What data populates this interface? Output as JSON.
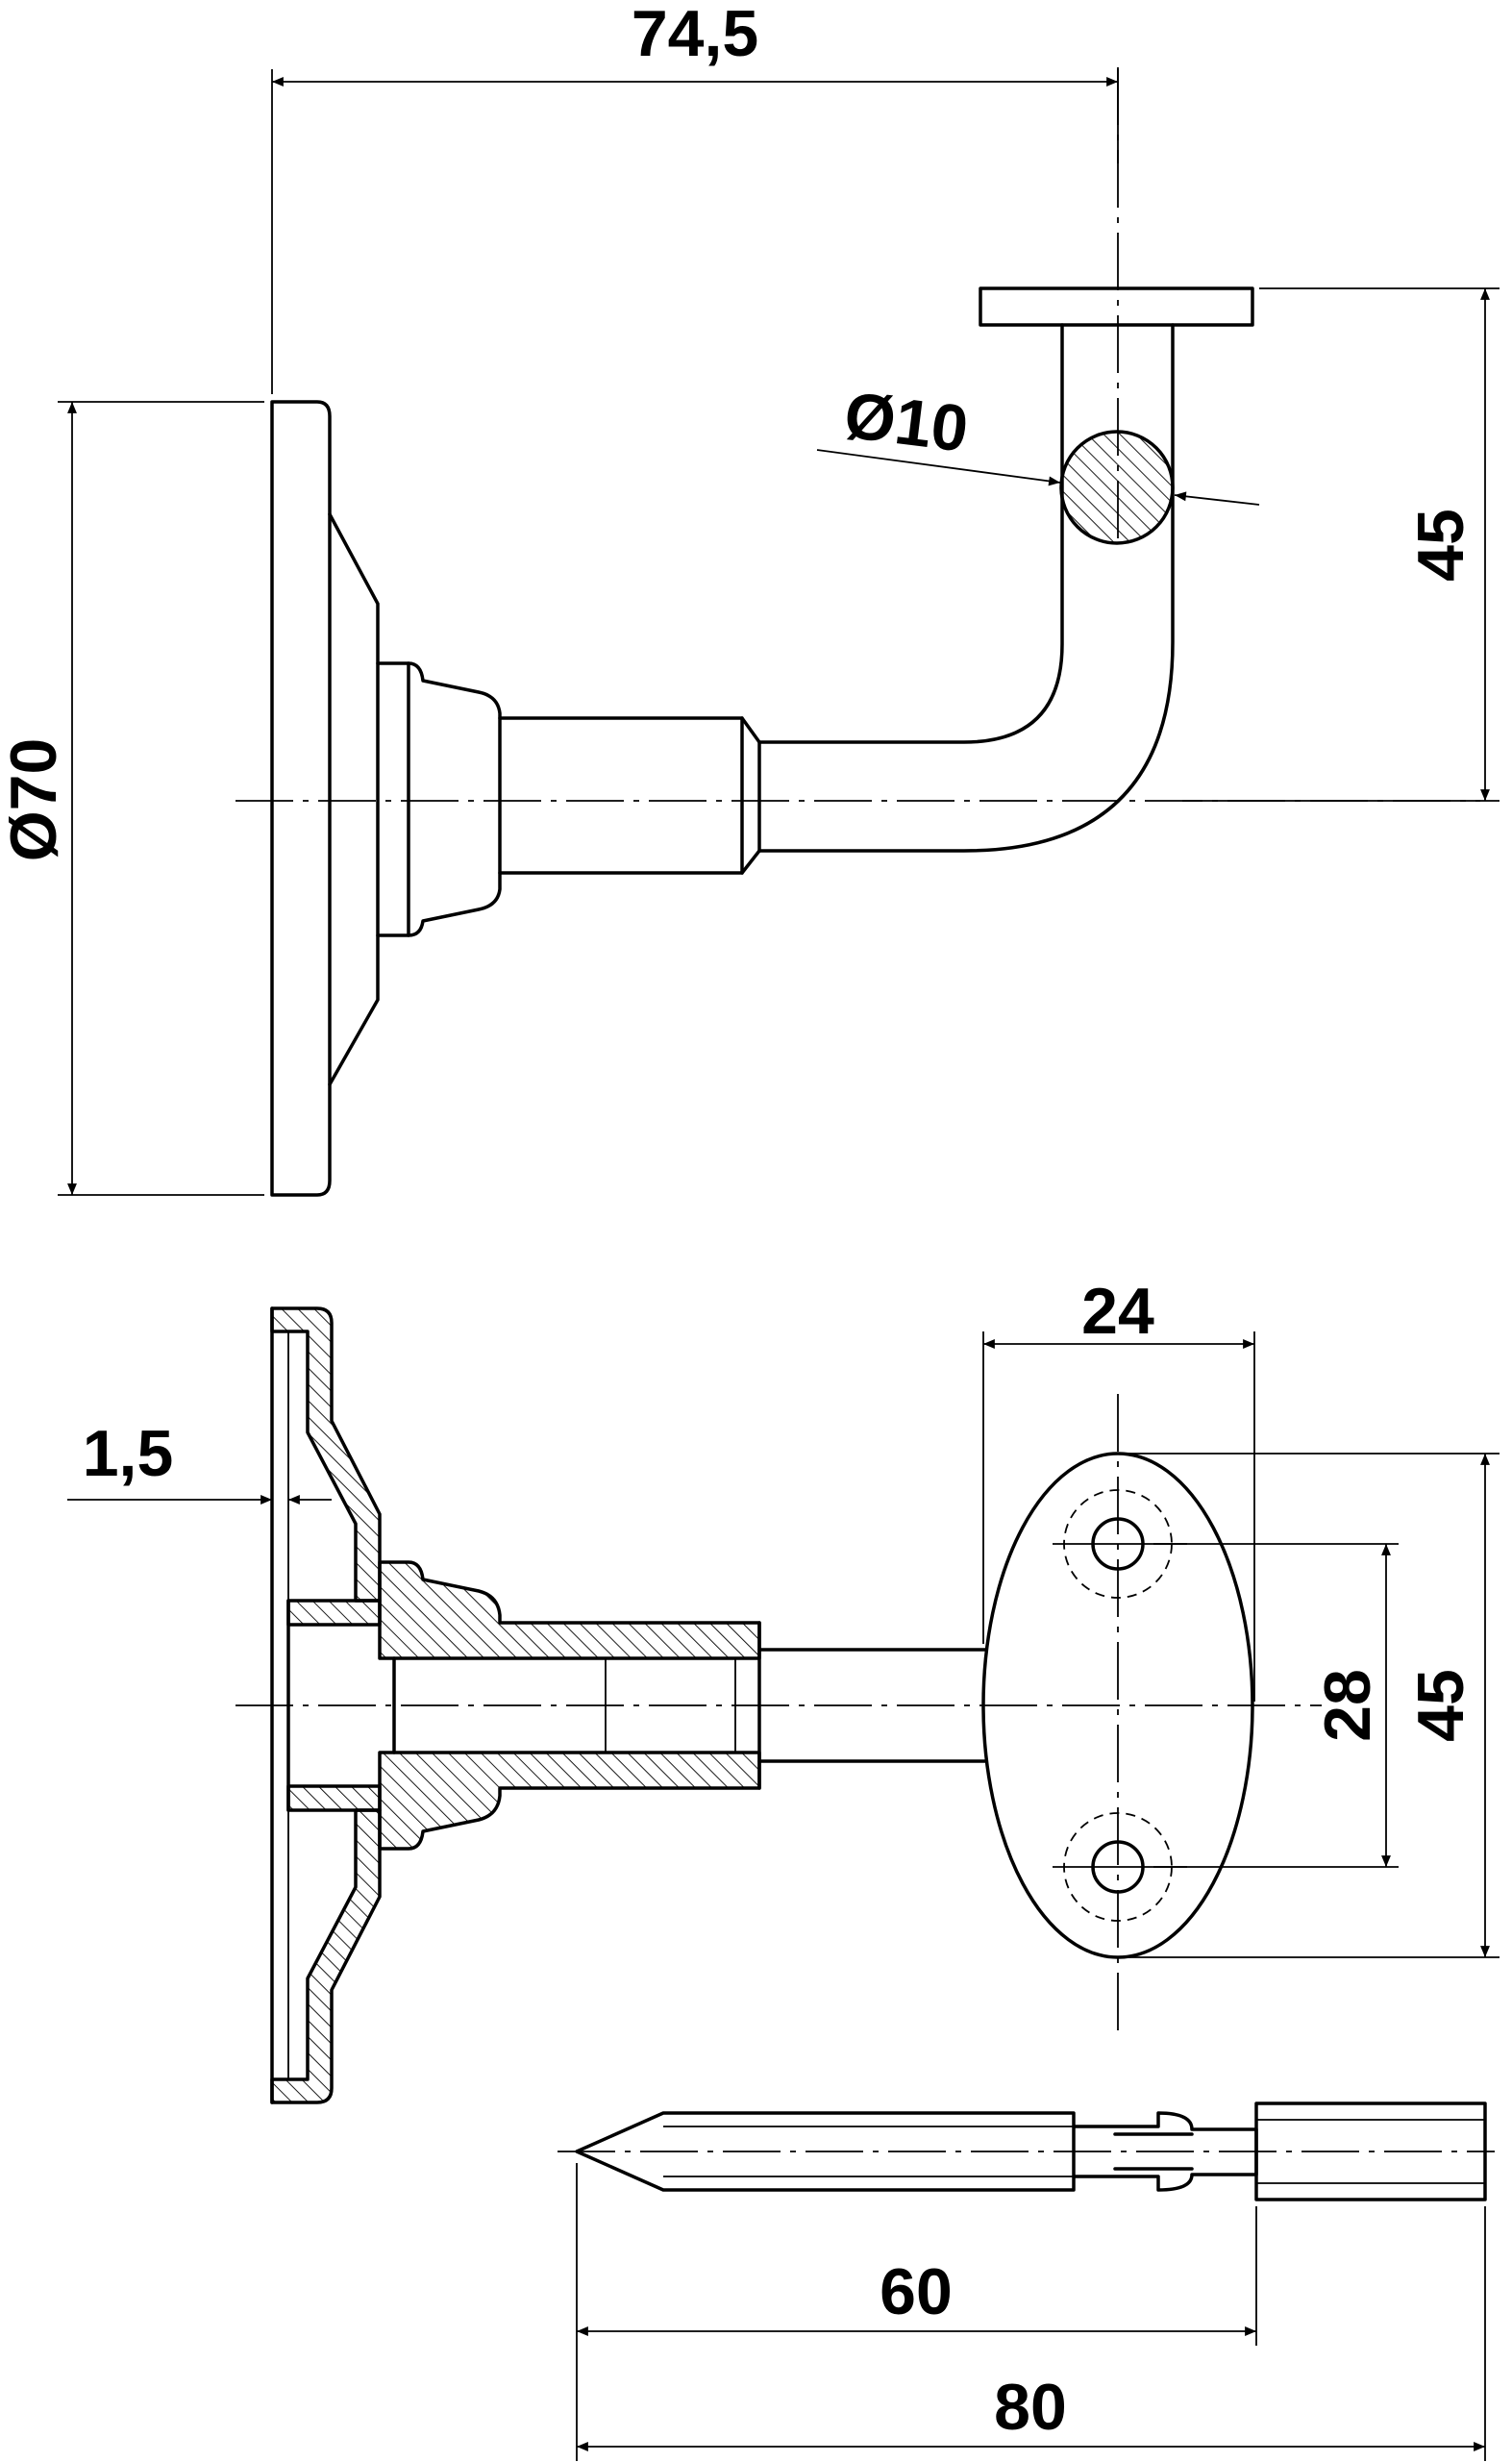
{
  "dimensions": {
    "width_top": "74,5",
    "tube_diameter": "Ø10",
    "height_top": "45",
    "plate_diameter": "Ø70",
    "plate_width": "24",
    "wall_thickness": "1,5",
    "hole_spacing": "28",
    "plate_height": "45",
    "screw_thread": "60",
    "screw_total": "80"
  }
}
